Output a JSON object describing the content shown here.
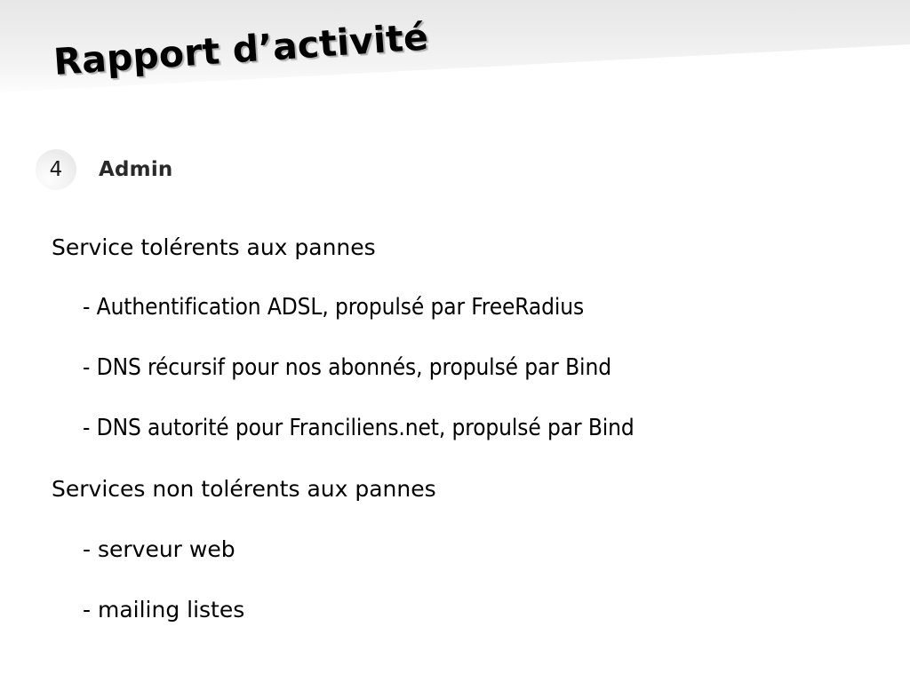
{
  "slide": {
    "title": "Rapport d’activité",
    "background_color": "#ffffff",
    "header_band_top_color": "#e7e7e7",
    "header_band_bottom_color": "#ffffff",
    "title_color": "#000000"
  },
  "section": {
    "number": "4",
    "title": "Admin",
    "number_badge_color": "#efefef",
    "title_color": "#2a2a2a"
  },
  "content": [
    {
      "level": 1,
      "text": "Service tolérents aux pannes",
      "condensed": false
    },
    {
      "level": 2,
      "text": "- Authentification ADSL, propulsé par FreeRadius",
      "condensed": true
    },
    {
      "level": 2,
      "text": "- DNS récursif pour nos abonnés, propulsé par Bind",
      "condensed": true
    },
    {
      "level": 2,
      "text": "- DNS autorité pour Franciliens.net, propulsé par Bind",
      "condensed": true
    },
    {
      "level": 1,
      "text": "Services non tolérents aux pannes",
      "condensed": false
    },
    {
      "level": 2,
      "text": "- serveur web",
      "condensed": false
    },
    {
      "level": 2,
      "text": "- mailing listes",
      "condensed": false
    }
  ]
}
